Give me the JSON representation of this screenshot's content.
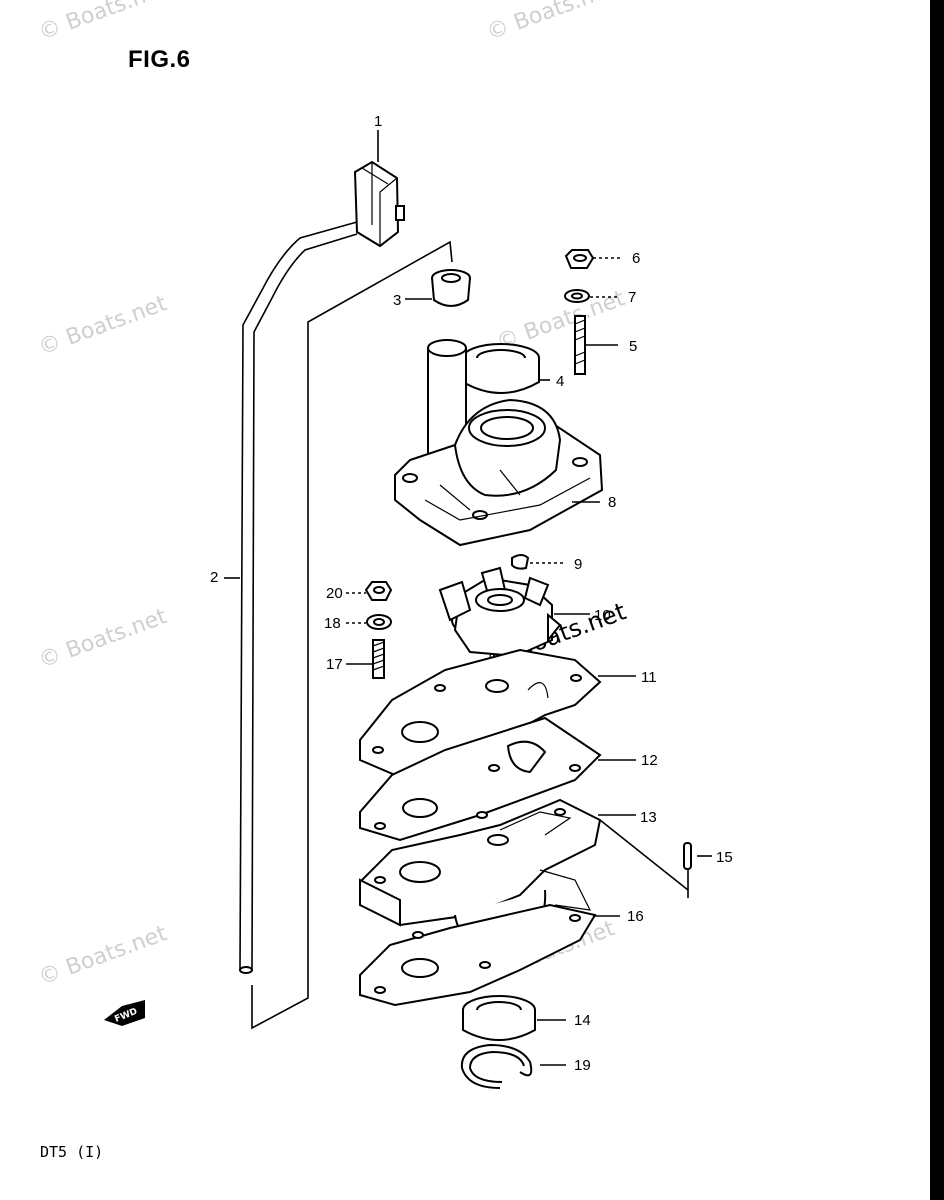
{
  "figure": {
    "title": "FIG.6",
    "footer": "DT5 (I)"
  },
  "watermark": {
    "text": "© Boats.net"
  },
  "callouts": [
    {
      "id": "c1",
      "label": "1"
    },
    {
      "id": "c2",
      "label": "2"
    },
    {
      "id": "c3",
      "label": "3"
    },
    {
      "id": "c4",
      "label": "4"
    },
    {
      "id": "c5",
      "label": "5"
    },
    {
      "id": "c6",
      "label": "6"
    },
    {
      "id": "c7",
      "label": "7"
    },
    {
      "id": "c8",
      "label": "8"
    },
    {
      "id": "c9",
      "label": "9"
    },
    {
      "id": "c10",
      "label": "10"
    },
    {
      "id": "c11",
      "label": "11"
    },
    {
      "id": "c12",
      "label": "12"
    },
    {
      "id": "c13",
      "label": "13"
    },
    {
      "id": "c14",
      "label": "14"
    },
    {
      "id": "c15",
      "label": "15"
    },
    {
      "id": "c16",
      "label": "16"
    },
    {
      "id": "c17",
      "label": "17"
    },
    {
      "id": "c18",
      "label": "18"
    },
    {
      "id": "c19",
      "label": "19"
    },
    {
      "id": "c20",
      "label": "20"
    }
  ],
  "direction_marker": {
    "text": "FWD"
  },
  "colors": {
    "ink": "#000000",
    "paper": "#ffffff",
    "watermark": "#cfcfcf"
  }
}
